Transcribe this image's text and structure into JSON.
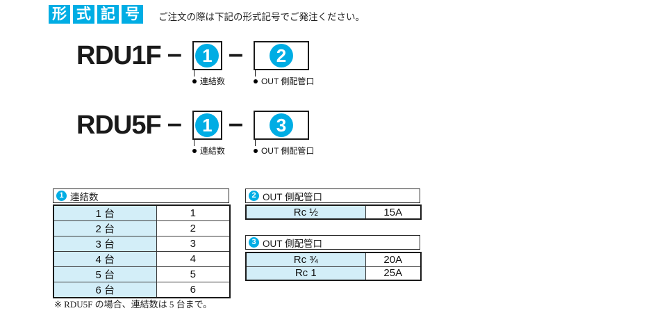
{
  "colors": {
    "accent": "#00ade4",
    "cell_bg": "#d3eef8",
    "ink": "#1a1a1a"
  },
  "header": {
    "badge_chars": [
      "形",
      "式",
      "記",
      "号"
    ],
    "instruction": "ご注文の際は下記の形式記号でご発注ください。"
  },
  "diagrams": [
    {
      "model": "RDU1F",
      "separator": "–",
      "slots": [
        {
          "number": "1",
          "label": "連結数"
        },
        {
          "number": "2",
          "label": "OUT 側配管口"
        }
      ]
    },
    {
      "model": "RDU5F",
      "separator": "–",
      "slots": [
        {
          "number": "1",
          "label": "連結数"
        },
        {
          "number": "3",
          "label": "OUT 側配管口"
        }
      ]
    }
  ],
  "tables": [
    {
      "number": "1",
      "title": "連結数",
      "rows": [
        [
          "1 台",
          "1"
        ],
        [
          "2 台",
          "2"
        ],
        [
          "3 台",
          "3"
        ],
        [
          "4 台",
          "4"
        ],
        [
          "5 台",
          "5"
        ],
        [
          "6 台",
          "6"
        ]
      ]
    },
    {
      "number": "2",
      "title": "OUT 側配管口",
      "rows": [
        [
          "Rc ½",
          "15A"
        ]
      ]
    },
    {
      "number": "3",
      "title": "OUT 側配管口",
      "rows": [
        [
          "Rc ¾",
          "20A"
        ],
        [
          "Rc 1",
          "25A"
        ]
      ]
    }
  ],
  "footnote": "※ RDU5F の場合、連結数は 5 台まで。"
}
